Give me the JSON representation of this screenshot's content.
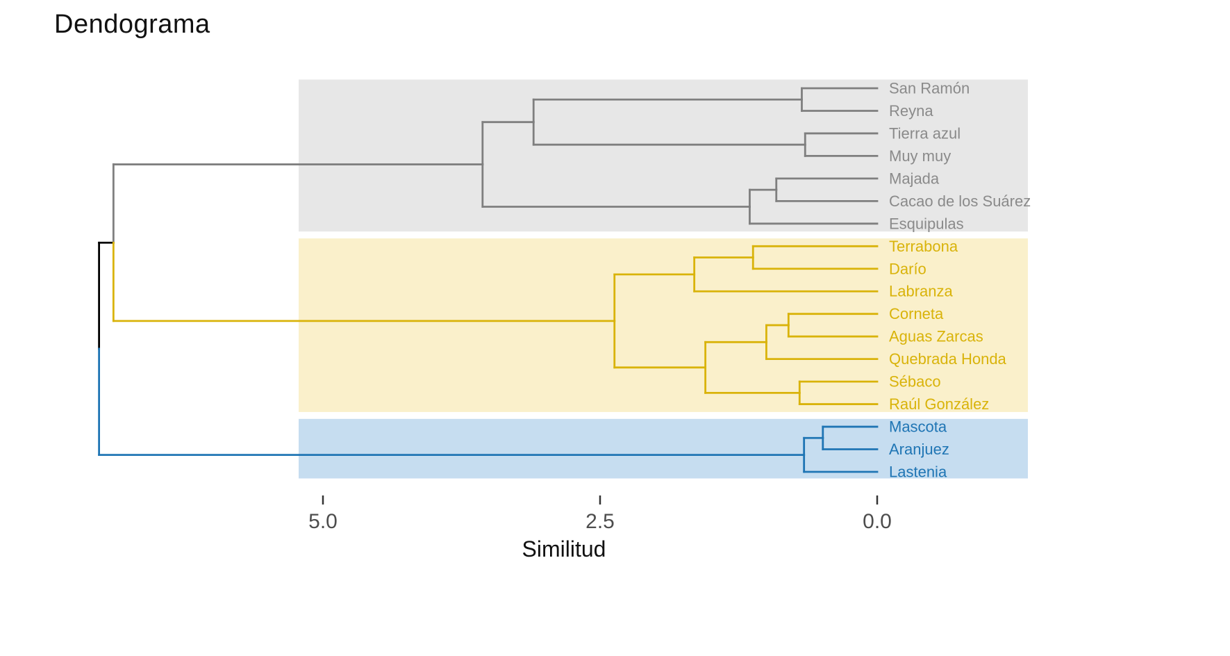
{
  "title": "Dendograma",
  "chart_data": {
    "type": "dendrogram",
    "orientation": "horizontal",
    "title": "Dendograma",
    "xlabel": "Similitud",
    "x_ticks": [
      5.0,
      2.5,
      0.0
    ],
    "x_axis": {
      "min": 0.0,
      "max": 7.2,
      "direction": "right-to-left",
      "grid": false
    },
    "leaves_top_to_bottom": [
      "San Ramón",
      "Reyna",
      "Tierra azul",
      "Muy muy",
      "Majada",
      "Cacao de los Suárez",
      "Esquipulas",
      "Terrabona",
      "Darío",
      "Labranza",
      "Corneta",
      "Aguas Zarcas",
      "Quebrada Honda",
      "Sébaco",
      "Raúl González",
      "Mascota",
      "Aranjuez",
      "Lastenia"
    ],
    "groups": {
      "gray": {
        "line": "#7f7f7f",
        "label": "#8a8a8a",
        "band": "#e7e7e7"
      },
      "yellow": {
        "line": "#d9b30a",
        "label": "#d9b30a",
        "band": "#faf0cb"
      },
      "blue": {
        "line": "#1f75b4",
        "label": "#1f75b4",
        "band": "#c6ddf0"
      },
      "black": {
        "line": "#000000",
        "label": "#000000",
        "band": "none"
      }
    },
    "clusters": [
      {
        "group": "gray",
        "leaf_start": 0,
        "leaf_end": 6
      },
      {
        "group": "yellow",
        "leaf_start": 7,
        "leaf_end": 14
      },
      {
        "group": "blue",
        "leaf_start": 15,
        "leaf_end": 17
      }
    ],
    "tree": {
      "group": "black",
      "height": 7.02,
      "children": [
        {
          "group": "black",
          "height": 6.89,
          "children": [
            {
              "group": "gray",
              "height": 3.56,
              "children": [
                {
                  "group": "gray",
                  "height": 3.1,
                  "children": [
                    {
                      "group": "gray",
                      "height": 0.68,
                      "children": [
                        {
                          "group": "gray",
                          "name": "San Ramón"
                        },
                        {
                          "group": "gray",
                          "name": "Reyna"
                        }
                      ]
                    },
                    {
                      "group": "gray",
                      "height": 0.65,
                      "children": [
                        {
                          "group": "gray",
                          "name": "Tierra azul"
                        },
                        {
                          "group": "gray",
                          "name": "Muy muy"
                        }
                      ]
                    }
                  ]
                },
                {
                  "group": "gray",
                  "height": 1.15,
                  "children": [
                    {
                      "group": "gray",
                      "height": 0.91,
                      "children": [
                        {
                          "group": "gray",
                          "name": "Majada"
                        },
                        {
                          "group": "gray",
                          "name": "Cacao de los Suárez"
                        }
                      ]
                    },
                    {
                      "group": "gray",
                      "name": "Esquipulas"
                    }
                  ]
                }
              ]
            },
            {
              "group": "yellow",
              "height": 2.37,
              "children": [
                {
                  "group": "yellow",
                  "height": 1.65,
                  "children": [
                    {
                      "group": "yellow",
                      "height": 1.12,
                      "children": [
                        {
                          "group": "yellow",
                          "name": "Terrabona"
                        },
                        {
                          "group": "yellow",
                          "name": "Darío"
                        }
                      ]
                    },
                    {
                      "group": "yellow",
                      "name": "Labranza"
                    }
                  ]
                },
                {
                  "group": "yellow",
                  "height": 1.55,
                  "children": [
                    {
                      "group": "yellow",
                      "height": 1.0,
                      "children": [
                        {
                          "group": "yellow",
                          "height": 0.8,
                          "children": [
                            {
                              "group": "yellow",
                              "name": "Corneta"
                            },
                            {
                              "group": "yellow",
                              "name": "Aguas Zarcas"
                            }
                          ]
                        },
                        {
                          "group": "yellow",
                          "name": "Quebrada Honda"
                        }
                      ]
                    },
                    {
                      "group": "yellow",
                      "height": 0.7,
                      "children": [
                        {
                          "group": "yellow",
                          "name": "Sébaco"
                        },
                        {
                          "group": "yellow",
                          "name": "Raúl González"
                        }
                      ]
                    }
                  ]
                }
              ]
            }
          ]
        },
        {
          "group": "blue",
          "height": 0.66,
          "children": [
            {
              "group": "blue",
              "height": 0.49,
              "children": [
                {
                  "group": "blue",
                  "name": "Mascota"
                },
                {
                  "group": "blue",
                  "name": "Aranjuez"
                }
              ]
            },
            {
              "group": "blue",
              "name": "Lastenia"
            }
          ]
        }
      ]
    }
  }
}
